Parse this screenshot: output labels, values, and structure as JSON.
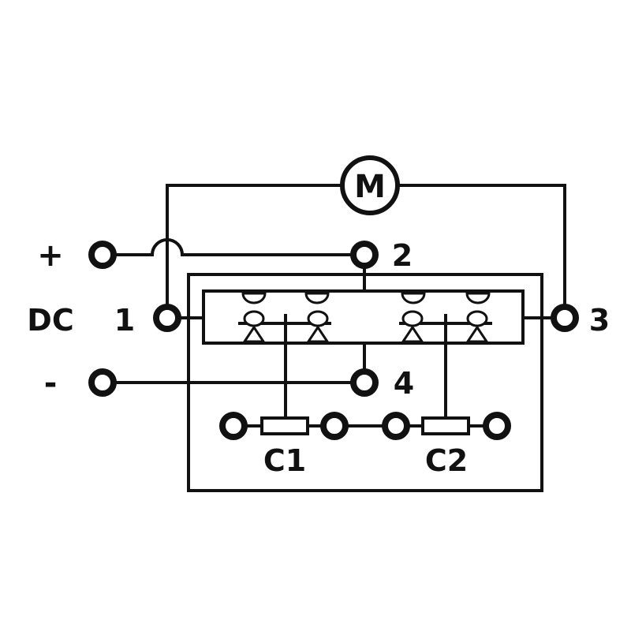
{
  "diagram": {
    "motor_label": "M",
    "terminals": {
      "t1": "1",
      "t2": "2",
      "t3": "3",
      "t4": "4"
    },
    "supply": {
      "plus": "+",
      "minus": "-",
      "dc": "DC"
    },
    "coils": {
      "c1": "C1",
      "c2": "C2"
    },
    "ink_color": "#111111"
  }
}
